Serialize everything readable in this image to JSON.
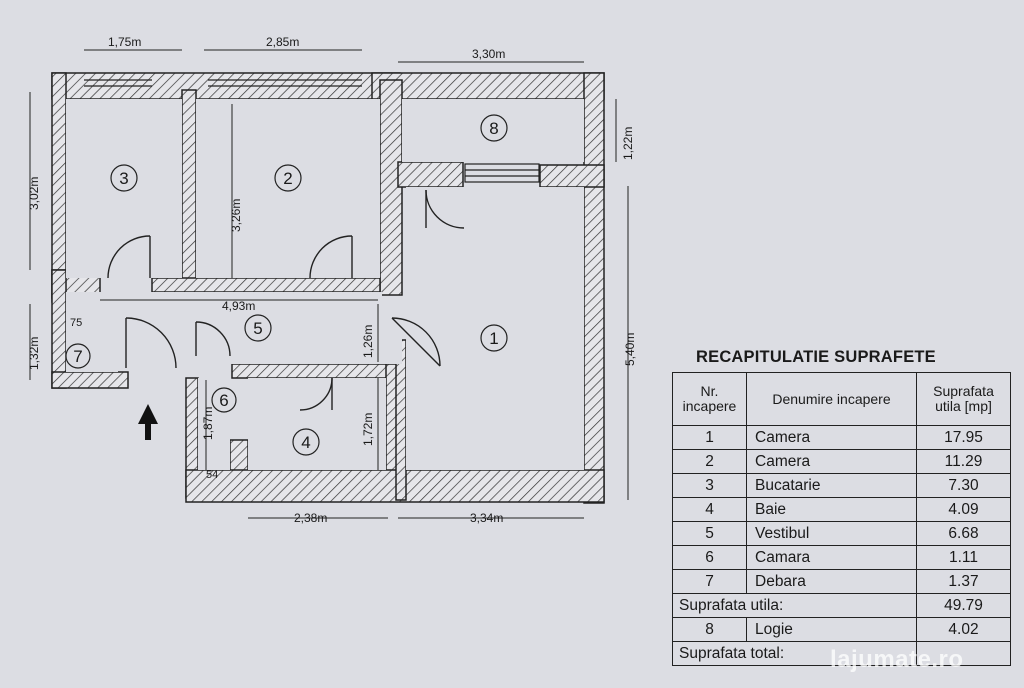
{
  "dimensions": {
    "top_left": "1,75m",
    "top_middle": "2,85m",
    "top_right": "3,30m",
    "left_top": "3,02m",
    "left_bottom": "1,32m",
    "room2_height": "3,26m",
    "corridor_width": "4,93m",
    "corridor_height": "1,26m",
    "room8_height": "1,22m",
    "right_height": "5,40m",
    "room6_height": "1,87m",
    "room4_height": "1,72m",
    "bottom_left": "2,38m",
    "bottom_right": "3,34m",
    "small_75": "75",
    "small_54": "54"
  },
  "rooms": [
    "1",
    "2",
    "3",
    "4",
    "5",
    "6",
    "7",
    "8"
  ],
  "summary": {
    "title": "RECAPITULATIE SUPRAFETE",
    "headers": {
      "nr": "Nr. incapere",
      "name": "Denumire incapere",
      "area": "Suprafata utila [mp]"
    },
    "rows": [
      {
        "nr": "1",
        "name": "Camera",
        "area": "17.95"
      },
      {
        "nr": "2",
        "name": "Camera",
        "area": "11.29"
      },
      {
        "nr": "3",
        "name": "Bucatarie",
        "area": "7.30"
      },
      {
        "nr": "4",
        "name": "Baie",
        "area": "4.09"
      },
      {
        "nr": "5",
        "name": "Vestibul",
        "area": "6.68"
      },
      {
        "nr": "6",
        "name": "Camara",
        "area": "1.11"
      },
      {
        "nr": "7",
        "name": "Debara",
        "area": "1.37"
      }
    ],
    "useful_label": "Suprafata utila:",
    "useful_value": "49.79",
    "logia": {
      "nr": "8",
      "name": "Logie",
      "area": "4.02"
    },
    "total_label": "Suprafata total:"
  },
  "watermark": "lajumate.ro"
}
